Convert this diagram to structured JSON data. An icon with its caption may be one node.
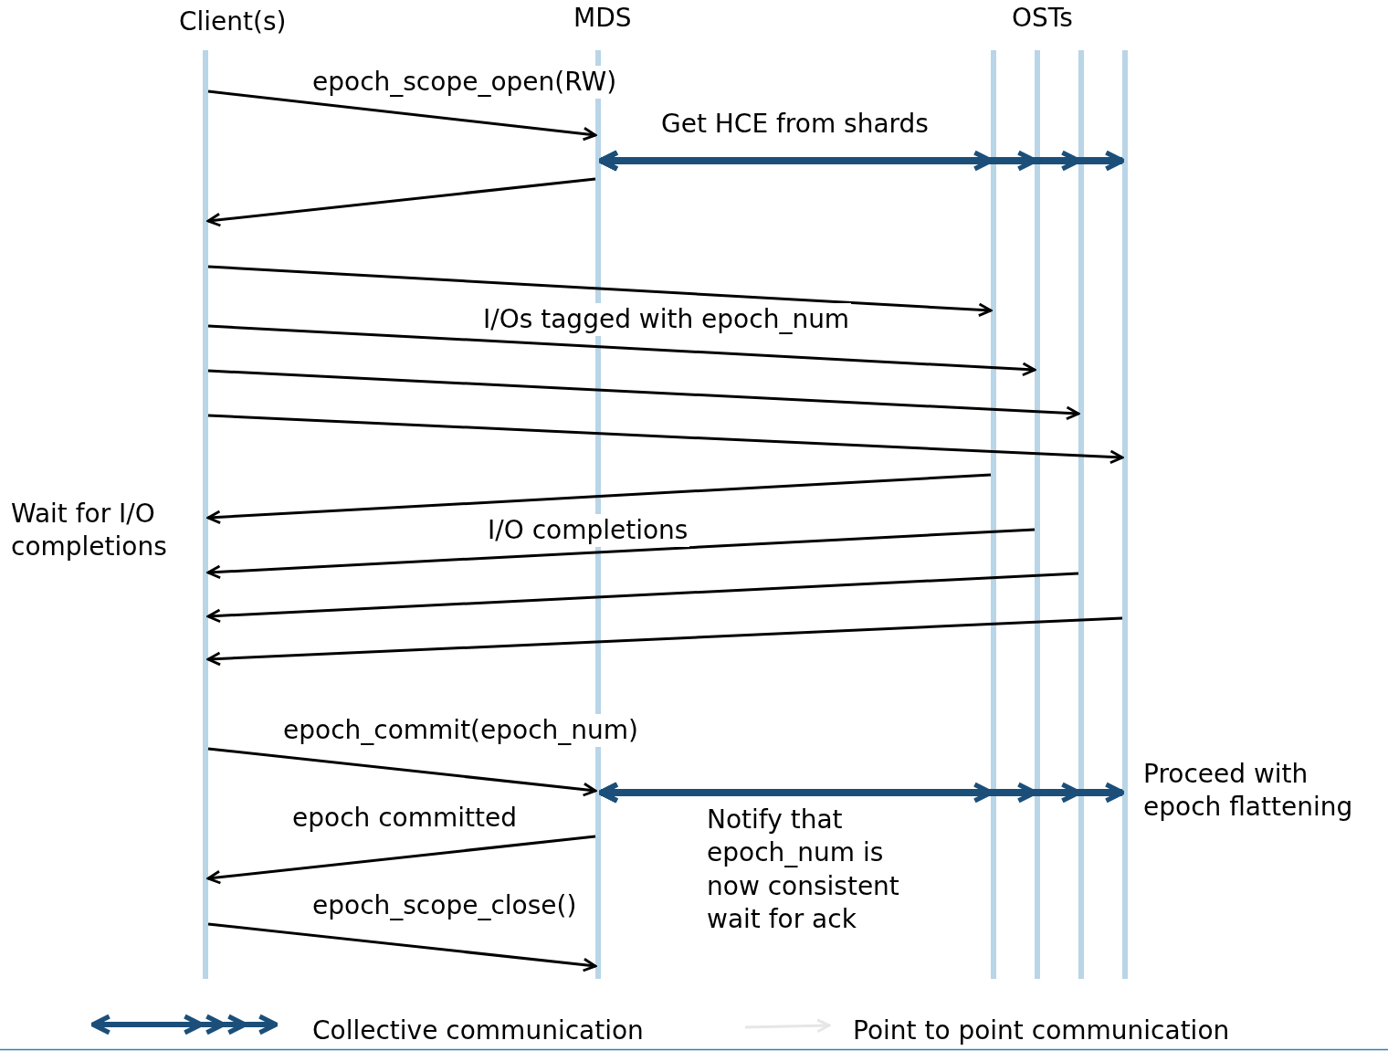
{
  "diagram": {
    "nodes": [
      {
        "text": [],
        "shape": "bar",
        "beside": [
          "Client(s)"
        ]
      },
      {
        "text": [],
        "shape": "bar",
        "beside": [
          "MDS"
        ]
      },
      {
        "text": [],
        "shape": "bar"
      },
      {
        "text": [],
        "shape": "bar"
      },
      {
        "text": [],
        "shape": "bar"
      },
      {
        "text": [],
        "shape": "bar"
      }
    ],
    "edges": [
      {
        "from": 0,
        "to": 1,
        "arrow": "to",
        "label": "epoch_scope_open(RW)"
      },
      {
        "from": 1,
        "to": 2,
        "arrow": "both",
        "label": "Get HCE from shards",
        "style": "thick",
        "color": "#1b4f7a"
      },
      {
        "from": 1,
        "to": 3,
        "arrow": "both",
        "style": "thick",
        "color": "#1b4f7a"
      },
      {
        "from": 1,
        "to": 4,
        "arrow": "both",
        "style": "thick",
        "color": "#1b4f7a"
      },
      {
        "from": 1,
        "to": 5,
        "arrow": "both",
        "style": "thick",
        "color": "#1b4f7a"
      },
      {
        "from": 1,
        "to": 0,
        "arrow": "to"
      },
      {
        "from": 0,
        "to": 2,
        "arrow": "to",
        "label": "I/Os tagged with epoch_num"
      },
      {
        "from": 0,
        "to": 3,
        "arrow": "to"
      },
      {
        "from": 0,
        "to": 4,
        "arrow": "to"
      },
      {
        "from": 0,
        "to": 5,
        "arrow": "to"
      },
      {
        "from": 2,
        "to": 0,
        "arrow": "to"
      },
      {
        "from": 3,
        "to": 0,
        "arrow": "to",
        "label": "I/O completions"
      },
      {
        "from": 4,
        "to": 0,
        "arrow": "to"
      },
      {
        "from": 5,
        "to": 0,
        "arrow": "to"
      },
      {
        "from": 0,
        "to": 1,
        "arrow": "to",
        "label": "epoch_commit(epoch_num)"
      },
      {
        "from": 1,
        "to": 2,
        "arrow": "both",
        "label": "Notify that epoch_num is now consistent wait for ack",
        "style": "thick",
        "color": "#1b4f7a"
      },
      {
        "from": 1,
        "to": 3,
        "arrow": "both",
        "style": "thick",
        "color": "#1b4f7a"
      },
      {
        "from": 1,
        "to": 4,
        "arrow": "both",
        "style": "thick",
        "color": "#1b4f7a"
      },
      {
        "from": 1,
        "to": 5,
        "arrow": "both",
        "style": "thick",
        "color": "#1b4f7a"
      },
      {
        "from": 1,
        "to": 0,
        "arrow": "to",
        "label": "epoch committed"
      },
      {
        "from": 0,
        "to": 1,
        "arrow": "to",
        "label": "epoch_scope_close()"
      }
    ],
    "labels": [
      "OSTs",
      "Wait for I/O completions",
      "Proceed with epoch flattening"
    ],
    "legend": [
      {
        "text": "Collective communication"
      },
      {
        "text": "Point to point communication"
      }
    ]
  }
}
